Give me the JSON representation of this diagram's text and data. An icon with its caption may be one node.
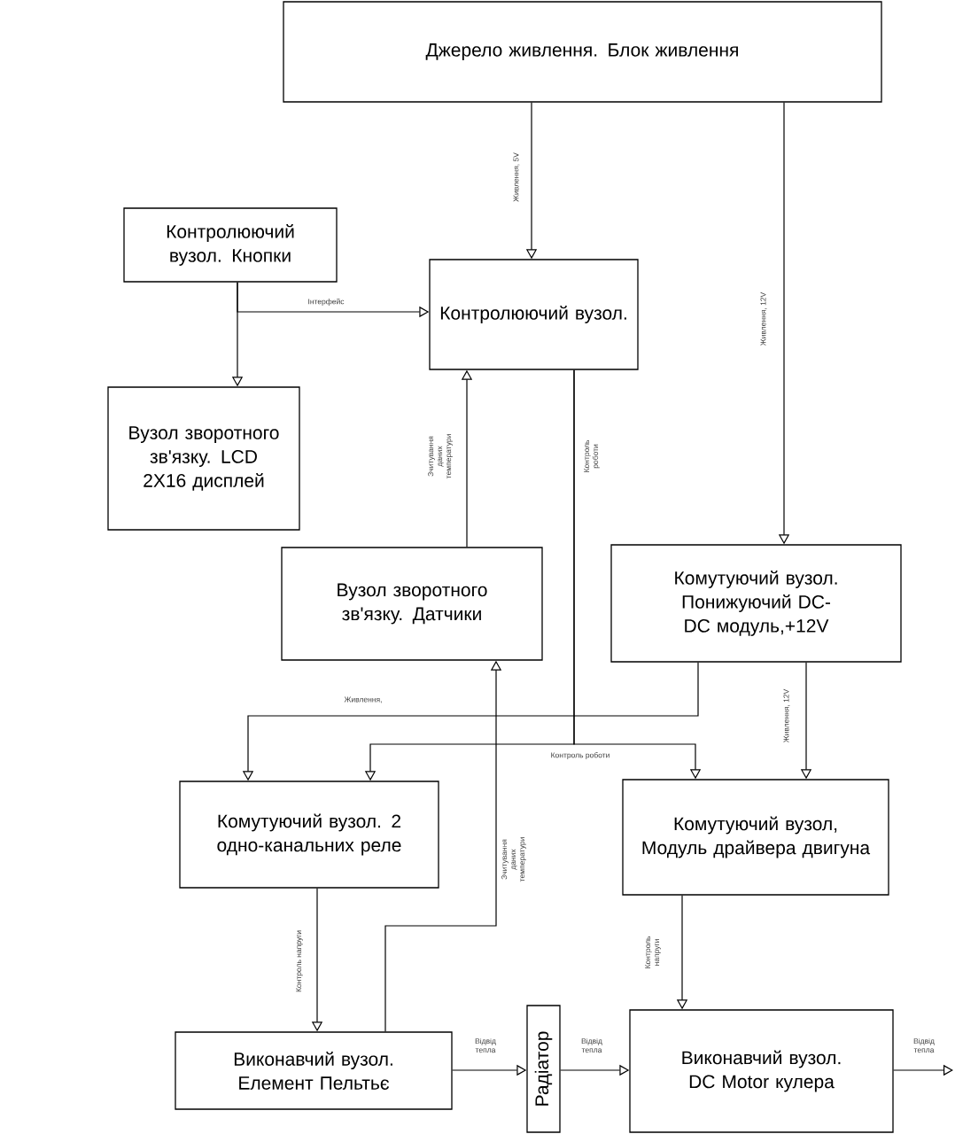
{
  "diagram": {
    "nodes": [
      {
        "text": [
          "Джерело живлення. Блок живлення"
        ]
      },
      {
        "text": [
          "Контролюючий вузол. Кнопки"
        ]
      },
      {
        "text": [
          "Контролюючий вузол."
        ]
      },
      {
        "text": [
          "Вузол зворотного зв'язку. LCD 2X16 дисплей"
        ]
      },
      {
        "text": [
          "Вузол зворотного зв'язку. Датчики"
        ]
      },
      {
        "text": [
          "Комутуючий вузол. Понижуючий DC-DC модуль,+12V"
        ]
      },
      {
        "text": [
          "Комутуючий вузол. 2 одно-канальних реле"
        ]
      },
      {
        "text": [
          "Комутуючий вузол, Модуль драйвера двигуна"
        ]
      },
      {
        "text": [
          "Виконавчий вузол. Елемент Пельтьє"
        ]
      },
      {
        "text": [
          "Радіатор"
        ]
      },
      {
        "text": [
          "Виконавчий вузол. DC Motor кулера"
        ]
      }
    ],
    "edges": [
      {
        "from": 0,
        "to": 2,
        "arrow": "to",
        "label": "Живлення, 5V"
      },
      {
        "from": 0,
        "to": 5,
        "arrow": "to",
        "label": "Живлення, 12V"
      },
      {
        "from": 1,
        "to": 3,
        "arrow": "to"
      },
      {
        "from": 1,
        "to": 2,
        "arrow": "to",
        "label": "Інтерфейс"
      },
      {
        "from": 4,
        "to": 2,
        "arrow": "to",
        "label": "Зчитування даних температури"
      },
      {
        "from": 2,
        "to": 6,
        "arrow": "to",
        "label": "Контроль роботи"
      },
      {
        "from": 2,
        "to": 7,
        "arrow": "to",
        "label": "Контроль роботи"
      },
      {
        "from": 5,
        "to": 6,
        "arrow": "to",
        "label": "Живлення,"
      },
      {
        "from": 5,
        "to": 7,
        "arrow": "to",
        "label": "Живлення, 12V"
      },
      {
        "from": 8,
        "to": 4,
        "arrow": "to",
        "label": "Зчитування даних температури"
      },
      {
        "from": 6,
        "to": 8,
        "arrow": "to",
        "label": "Контроль напруги"
      },
      {
        "from": 7,
        "to": 10,
        "arrow": "to",
        "label": "Контроль напруги"
      },
      {
        "from": 8,
        "to": 9,
        "arrow": "to",
        "label": "Відвід тепла"
      },
      {
        "from": 9,
        "to": 10,
        "arrow": "to",
        "label": "Відвід тепла"
      },
      {
        "from": 10,
        "to": null,
        "arrow": "to",
        "label": "Відвід тепла"
      }
    ]
  }
}
